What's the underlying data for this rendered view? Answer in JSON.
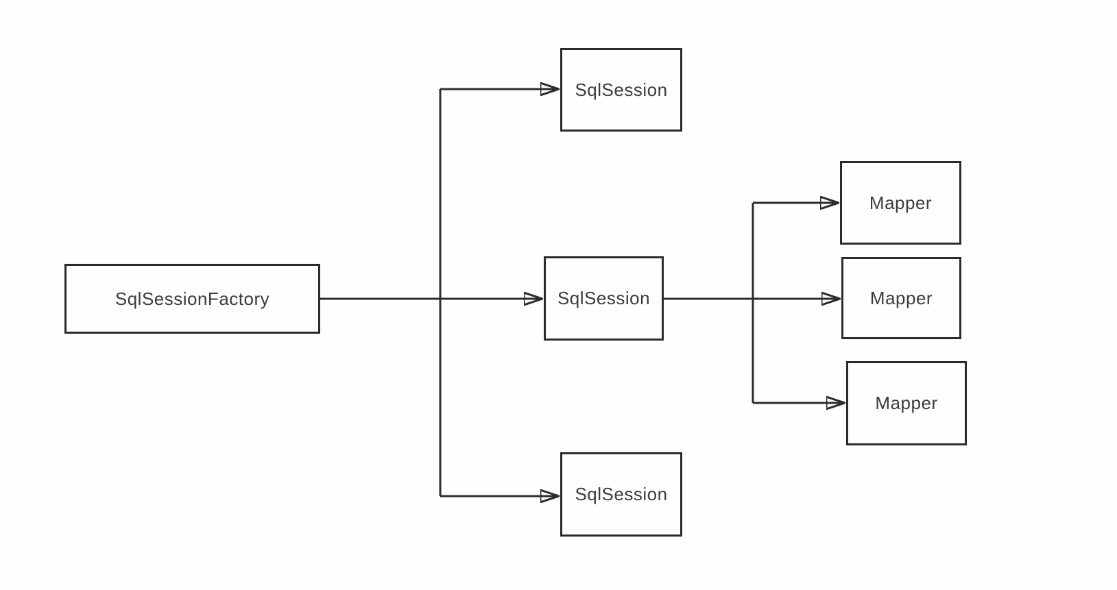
{
  "diagram": {
    "colors": {
      "background": "#fefefe",
      "line": "#2d2d2d",
      "box_border": "#2b2b2b",
      "box_fill": "#fefefe",
      "text": "#3c3c3c"
    },
    "nodes": {
      "factory": {
        "label": "SqlSessionFactory"
      },
      "session_top": {
        "label": "SqlSession"
      },
      "session_middle": {
        "label": "SqlSession"
      },
      "session_bottom": {
        "label": "SqlSession"
      },
      "mapper_top": {
        "label": "Mapper"
      },
      "mapper_middle": {
        "label": "Mapper"
      },
      "mapper_bottom": {
        "label": "Mapper"
      }
    },
    "edges": [
      {
        "from": "SqlSessionFactory",
        "to": "SqlSession (top)"
      },
      {
        "from": "SqlSessionFactory",
        "to": "SqlSession (middle)"
      },
      {
        "from": "SqlSessionFactory",
        "to": "SqlSession (bottom)"
      },
      {
        "from": "SqlSession (middle)",
        "to": "Mapper (top)"
      },
      {
        "from": "SqlSession (middle)",
        "to": "Mapper (middle)"
      },
      {
        "from": "SqlSession (middle)",
        "to": "Mapper (bottom)"
      }
    ]
  }
}
